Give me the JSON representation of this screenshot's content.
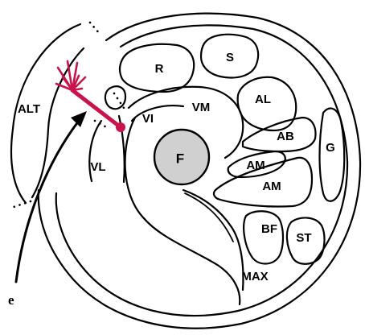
{
  "labels": {
    "alt": "ALT",
    "vl": "VL",
    "vi": "VI",
    "vm": "VM",
    "r": "R",
    "s": "S",
    "al": "AL",
    "ab": "AB",
    "g": "G",
    "am_upper": "AM",
    "am_lower": "AM",
    "f": "F",
    "bf": "BF",
    "st": "ST",
    "max": "MAX",
    "e": "e"
  },
  "colors": {
    "nerve": "#c8144b",
    "bone": "#d0d0d0",
    "line": "#000000"
  }
}
